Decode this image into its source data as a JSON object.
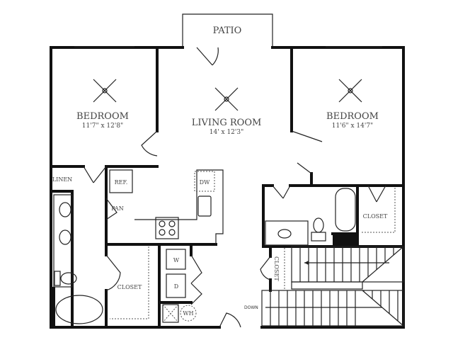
{
  "rooms": {
    "patio": "PATIO",
    "bedroom_left": {
      "name": "BEDROOM",
      "size": "11'7\" x 12'8\""
    },
    "living_room": {
      "name": "LIVING ROOM",
      "size": "14' x 12'3\""
    },
    "bedroom_right": {
      "name": "BEDROOM",
      "size": "11'6\" x 14'7\""
    },
    "linen": "LINEN",
    "ref": "REF.",
    "pantry": "PAN",
    "dishwasher": "DW",
    "closet_left": "CLOSET",
    "washer": "W",
    "dryer": "D",
    "water_heater": "WH",
    "closet_hall": "CLOSET",
    "closet_right": "CLOSET",
    "stairs_down": "DOWN"
  }
}
